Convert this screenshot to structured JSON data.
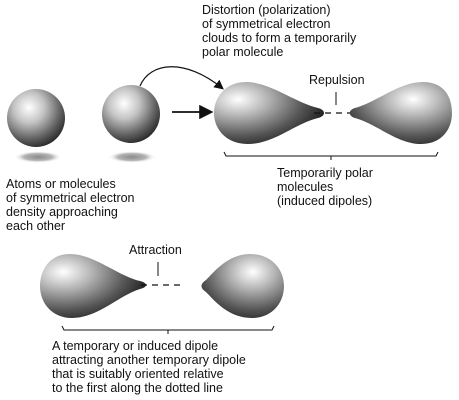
{
  "labels": {
    "distortion": "Distortion (polarization)\nof symmetrical electron\nclouds to form a temporarily\npolar molecule",
    "repulsion": "Repulsion",
    "approaching": "Atoms or molecules\nof symmetrical electron\ndensity approaching\neach other",
    "temporarily_polar": "Temporarily polar\nmolecules\n(induced dipoles)",
    "attraction": "Attraction",
    "induced_dipole": "A temporary or induced dipole\nattracting another temporary dipole\nthat is suitably oriented relative\nto the first along the dotted line"
  }
}
